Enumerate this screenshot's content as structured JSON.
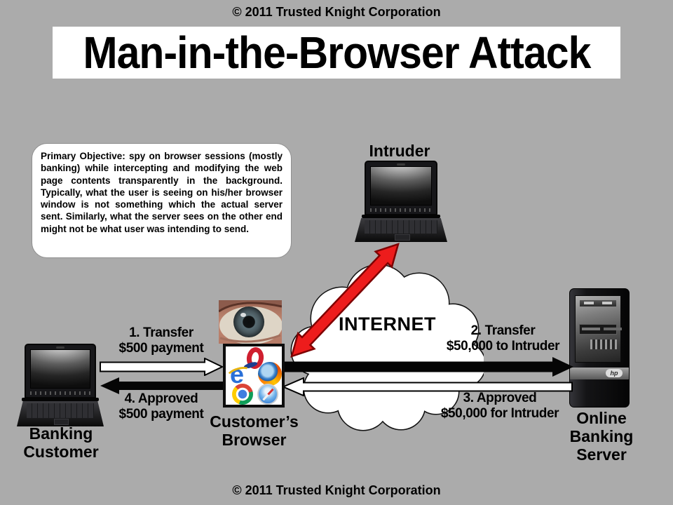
{
  "page": {
    "background_color": "#ababab",
    "copyright_top": "© 2011 Trusted Knight Corporation",
    "copyright_bottom": "© 2011 Trusted Knight Corporation",
    "title": "Man-in-the-Browser Attack"
  },
  "objective_box": {
    "text": "Primary Objective: spy on browser sessions (mostly banking) while intercepting and modifying the web page contents transparently in the background. Typically, what the user is seeing on his/her browser window is not something which the actual server sent. Similarly, what the server sees on the other end might not be what user was intending to send."
  },
  "nodes": {
    "intruder": {
      "label": "Intruder",
      "icon": "laptop-icon"
    },
    "internet": {
      "label": "INTERNET",
      "icon": "cloud-icon"
    },
    "customer_browser": {
      "line1": "Customer’s",
      "line2": "Browser",
      "icon": "browser-logos-icon"
    },
    "banking_customer": {
      "line1": "Banking",
      "line2": "Customer",
      "icon": "laptop-icon"
    },
    "online_banking_server": {
      "line1": "Online",
      "line2": "Banking",
      "line3": "Server",
      "brand": "hp",
      "icon": "server-tower-icon"
    }
  },
  "flows": [
    {
      "step": "1. Transfer",
      "detail": "$500 payment",
      "from": "banking-customer",
      "to": "customer-browser",
      "arrow_style": "white-right"
    },
    {
      "step": "2. Transfer",
      "detail": "$50,000 to Intruder",
      "from": "customer-browser",
      "to": "online-banking-server",
      "arrow_style": "black-right"
    },
    {
      "step": "3. Approved",
      "detail": "$50,000 for Intruder",
      "from": "online-banking-server",
      "to": "customer-browser",
      "arrow_style": "white-left"
    },
    {
      "step": "4. Approved",
      "detail": "$500 payment",
      "from": "customer-browser",
      "to": "banking-customer",
      "arrow_style": "black-left"
    }
  ],
  "attack_link": {
    "between": [
      "customer-browser",
      "intruder"
    ],
    "style": "double-headed-arrow",
    "color": "#ed1c1c",
    "outline_color": "#7e0000"
  },
  "icons": {
    "surveillance": "eye-icon"
  }
}
